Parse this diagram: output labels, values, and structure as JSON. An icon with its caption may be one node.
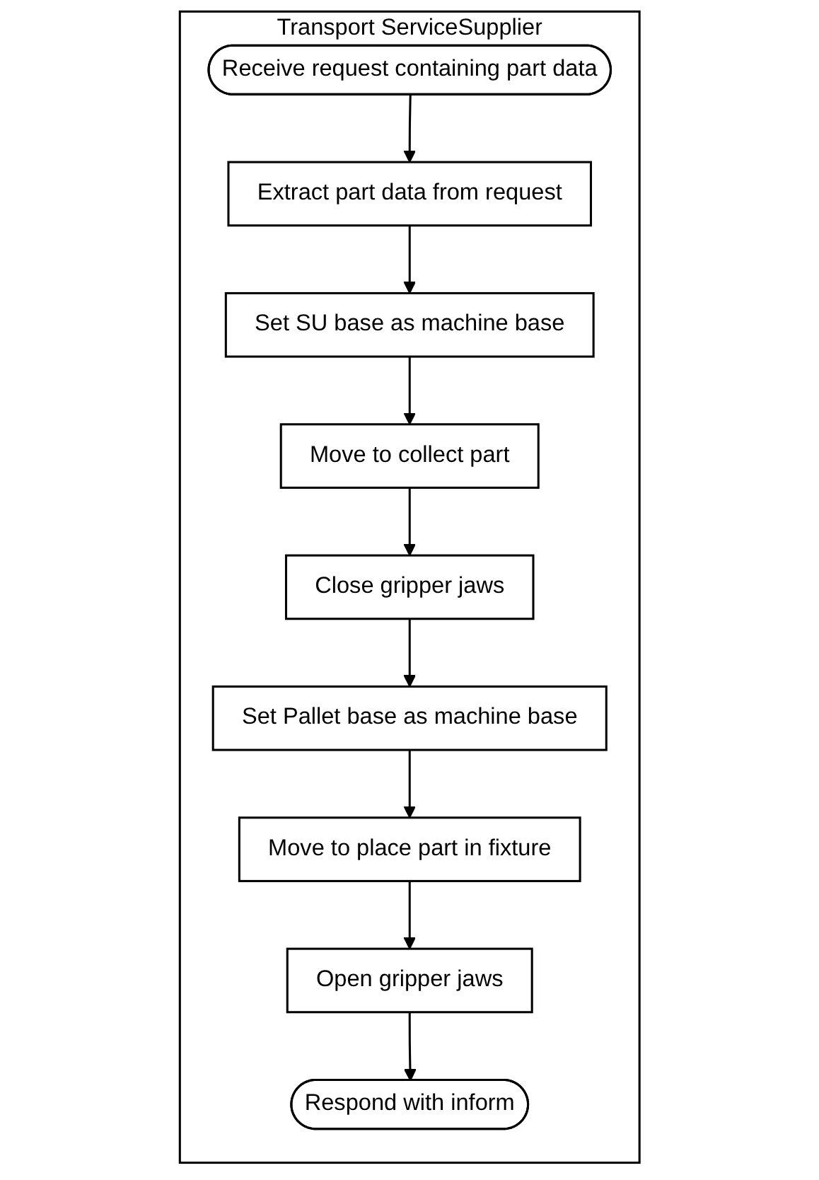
{
  "diagram": {
    "nodes": [
      {
        "text": [
          "Transport ServiceSupplier"
        ]
      },
      {
        "text": [
          "Receive request containing part data"
        ],
        "in": 0
      },
      {
        "text": [
          "Extract part data from request"
        ],
        "in": 0
      },
      {
        "text": [
          "Set SU base as machine base"
        ],
        "in": 0
      },
      {
        "text": [
          "Move to collect part"
        ],
        "in": 0
      },
      {
        "text": [
          "Close gripper jaws"
        ],
        "in": 0
      },
      {
        "text": [
          "Set Pallet base as machine base"
        ],
        "in": 0
      },
      {
        "text": [
          "Move to place part in fixture"
        ],
        "in": 0
      },
      {
        "text": [
          "Open gripper jaws"
        ],
        "in": 0
      },
      {
        "text": [
          "Respond with inform"
        ],
        "in": 0
      }
    ],
    "edges": [
      {
        "from": 1,
        "to": 2,
        "arrow": "to"
      },
      {
        "from": 2,
        "to": 3,
        "arrow": "to"
      },
      {
        "from": 3,
        "to": 4,
        "arrow": "to"
      },
      {
        "from": 4,
        "to": 5,
        "arrow": "to"
      },
      {
        "from": 5,
        "to": 6,
        "arrow": "to"
      },
      {
        "from": 6,
        "to": 7,
        "arrow": "to"
      },
      {
        "from": 7,
        "to": 8,
        "arrow": "to"
      },
      {
        "from": 8,
        "to": 9,
        "arrow": "to"
      }
    ]
  }
}
